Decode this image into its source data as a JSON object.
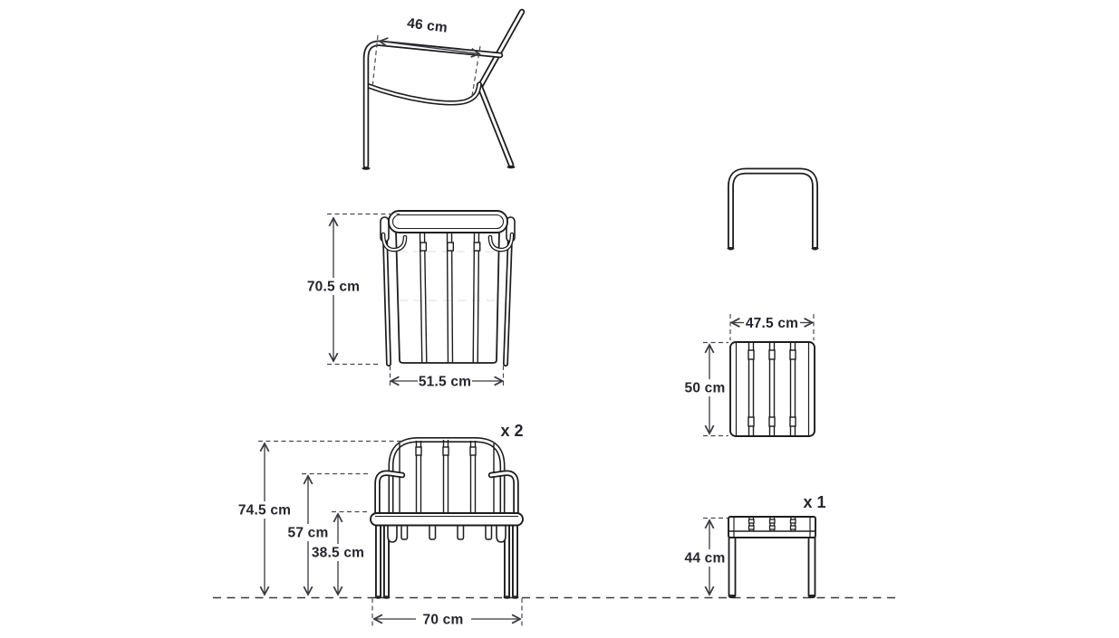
{
  "chair": {
    "quantity": "x 2",
    "side": {
      "seat_depth": "46 cm"
    },
    "top": {
      "depth": "70.5 cm",
      "seat_width": "51.5 cm"
    },
    "front": {
      "total_height": "74.5 cm",
      "armrest_height": "57 cm",
      "seat_height": "38.5 cm",
      "width": "70 cm"
    }
  },
  "table": {
    "quantity": "x 1",
    "top": {
      "width": "47.5 cm",
      "depth": "50 cm"
    },
    "front": {
      "height": "44 cm"
    }
  }
}
